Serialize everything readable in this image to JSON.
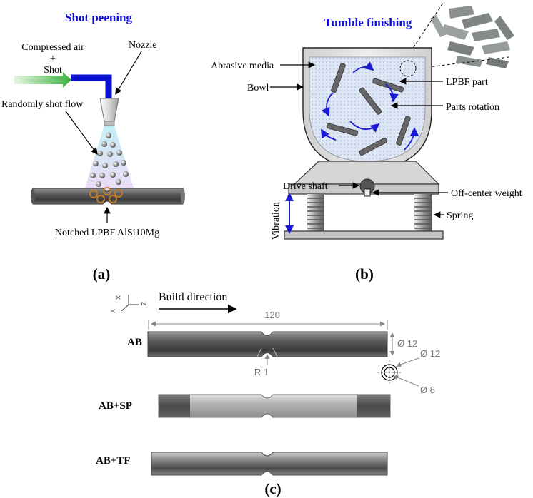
{
  "panel_a": {
    "title": "Shot peening",
    "compressed_air": "Compressed air",
    "plus": "+",
    "shot": "Shot",
    "nozzle": "Nozzle",
    "random_flow": "Randomly shot flow",
    "notched": "Notched LPBF AlSi10Mg",
    "label": "(a)"
  },
  "panel_b": {
    "title": "Tumble finishing",
    "abrasive": "Abrasive media",
    "bowl": "Bowl",
    "lpbf_part": "LPBF part",
    "parts_rotation": "Parts rotation",
    "drive_shaft": "Drive shaft",
    "off_center": "Off-center weight",
    "vibration": "Vibration",
    "spring": "Spring",
    "label": "(b)"
  },
  "panel_c": {
    "build_direction": "Build direction",
    "axis_x": "X",
    "axis_y": "Y",
    "axis_z": "Z",
    "length": "120",
    "diameter": "Ø 12",
    "radius": "R 1",
    "section_outer": "Ø 12",
    "section_inner": "Ø 8",
    "rows": [
      "AB",
      "AB+SP",
      "AB+TF"
    ],
    "label": "(c)"
  },
  "colors": {
    "title_blue": "#1010d8",
    "arrow_blue": "#1a1ad0",
    "pipe_blue": "#0a10d0",
    "arrow_green": "#3cb040"
  }
}
